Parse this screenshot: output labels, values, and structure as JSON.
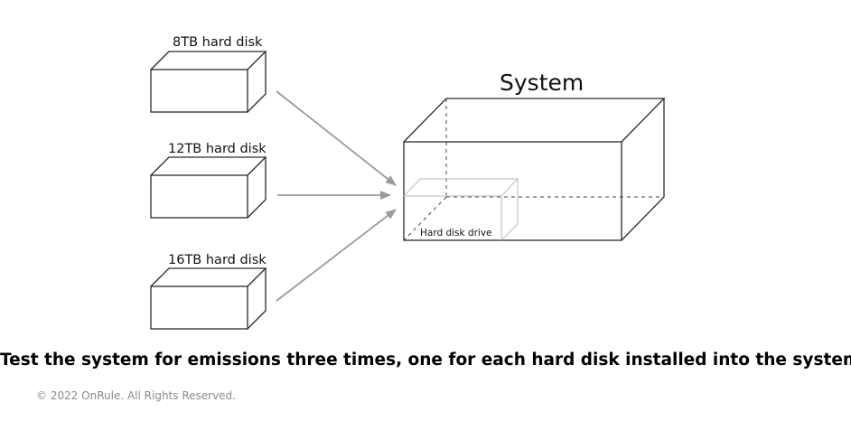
{
  "disks": [
    {
      "label": "8TB hard disk"
    },
    {
      "label": "12TB hard disk"
    },
    {
      "label": "16TB hard disk"
    }
  ],
  "system": {
    "title": "System",
    "drive_label": "Hard disk drive"
  },
  "caption": "Test the system for emissions three times, one for each hard disk installed into the system",
  "copyright": "© 2022 OnRule. All Rights Reserved.",
  "colors": {
    "outline": "#2a2a2a",
    "arrow": "#9a9a9a",
    "ghost_box": "#c4c4c4",
    "copyright_text": "#8a8a8a"
  }
}
